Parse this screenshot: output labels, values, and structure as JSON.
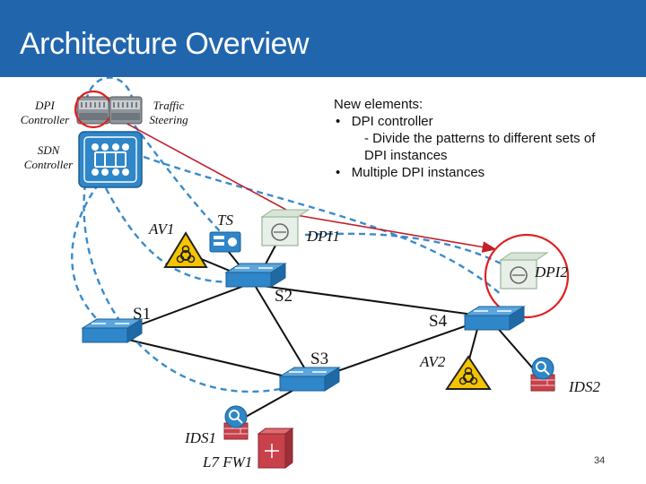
{
  "slide": {
    "title": "Architecture Overview",
    "page_number": "34"
  },
  "labels": {
    "dpi_controller": [
      "DPI",
      "Controller"
    ],
    "traffic_steering": [
      "Traffic",
      "Steering"
    ],
    "sdn_controller": [
      "SDN",
      "Controller"
    ],
    "av1": "AV1",
    "ts": "TS",
    "dpi1": "DPI1",
    "dpi2": "DPI2",
    "s1": "S1",
    "s2": "S2",
    "s3": "S3",
    "s4": "S4",
    "av2": "AV2",
    "ids1": "IDS1",
    "ids2": "IDS2",
    "l7fw1": "L7 FW1"
  },
  "info": {
    "heading": "New elements:",
    "bullet1": "DPI controller",
    "sub1_line1": "- Divide the patterns to different sets of",
    "sub1_line2": "DPI instances",
    "bullet2": "Multiple DPI instances",
    "bullet_char": "•"
  },
  "colors": {
    "title_bar": "#2166ad",
    "device_blue": "#2f86c8",
    "dashed_link": "#3a8bc9",
    "highlight_circle": "#e02020",
    "red_arrow": "#c0202a",
    "hazard_yellow": "#f5c400"
  }
}
